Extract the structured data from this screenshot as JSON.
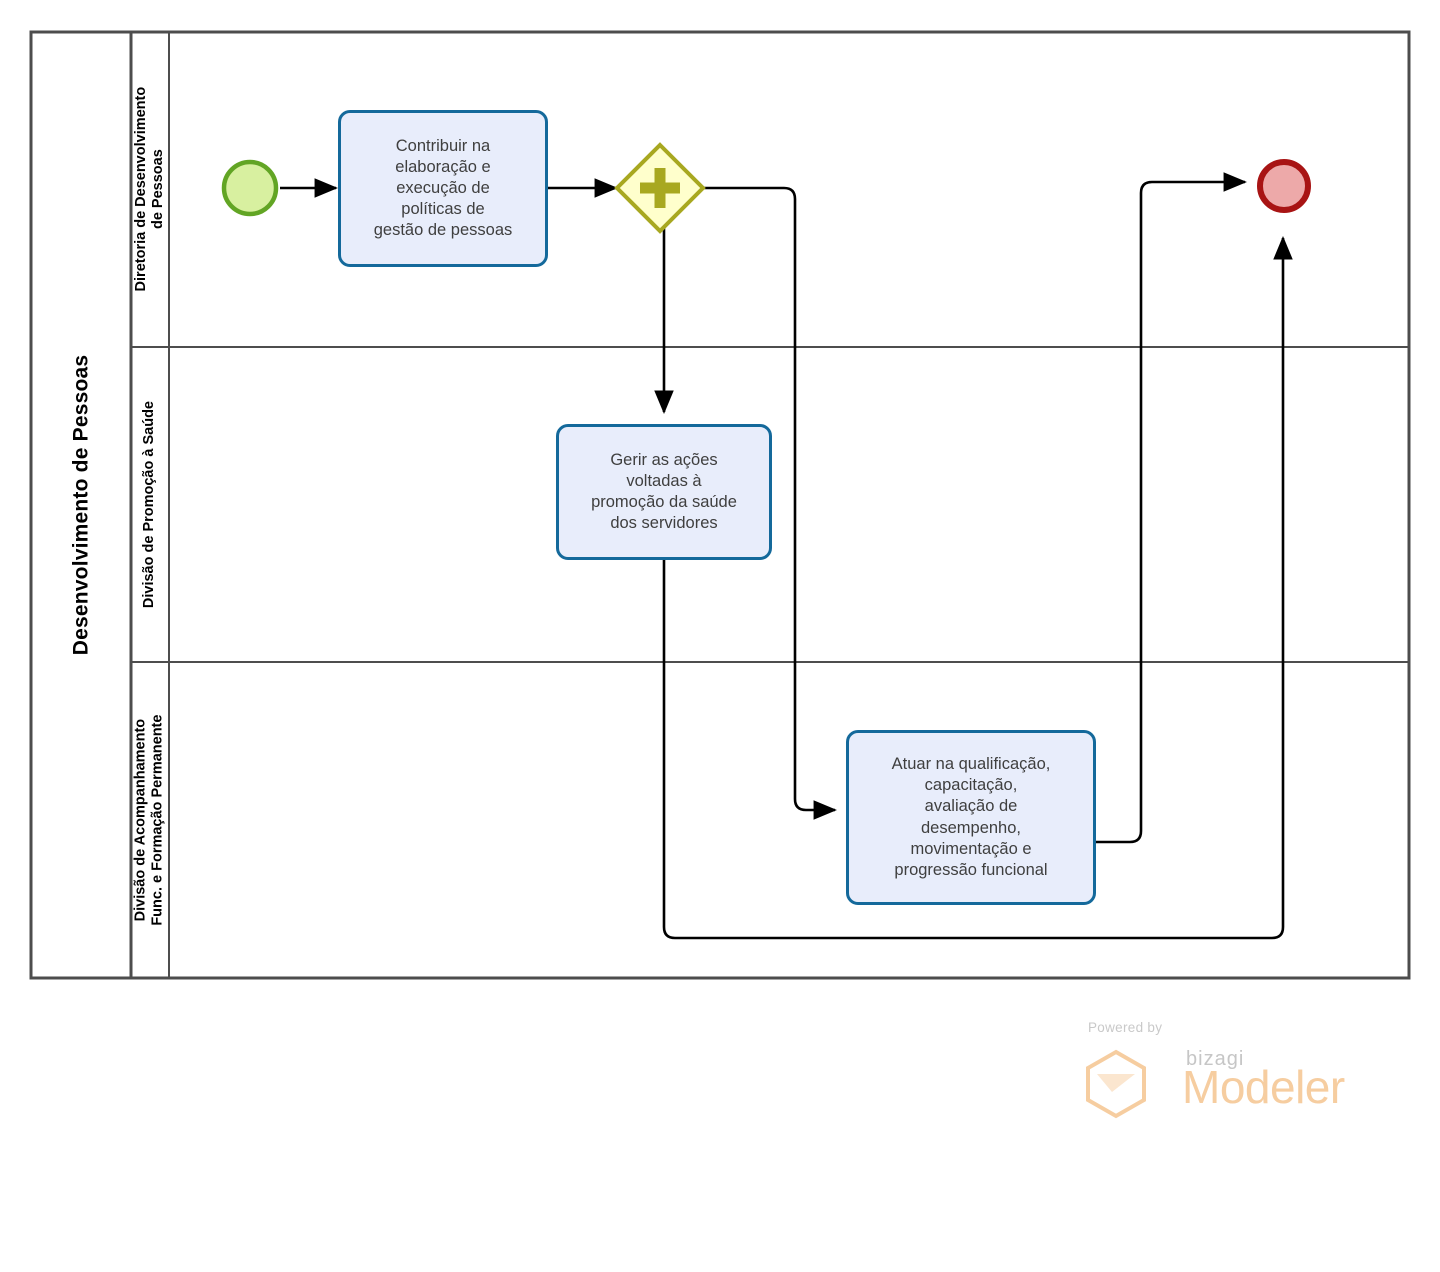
{
  "diagram": {
    "type": "bpmn-process-diagram",
    "pool": {
      "title": "Desenvolvimento de Pessoas",
      "lanes": [
        {
          "id": "lane-diretoria",
          "label": "Diretoria de Desenvolvimento\nde Pessoas",
          "label_line_1": "Diretoria de Desenvolvimento",
          "label_line_2": "de Pessoas"
        },
        {
          "id": "lane-promocao-saude",
          "label": "Divisão de Promoção à Saúde",
          "label_line_1": "Divisão de Promoção à Saúde",
          "label_line_2": ""
        },
        {
          "id": "lane-acompanhamento",
          "label": "Divisão de Acompanhamento\nFunc. e Formação Permanente",
          "label_line_1": "Divisão de Acompanhamento",
          "label_line_2": "Func. e Formação Permanente"
        }
      ]
    },
    "events": [
      {
        "id": "start-event",
        "kind": "start",
        "label": "",
        "fill": "#d8f0a0",
        "stroke": "#62a524"
      },
      {
        "id": "end-event",
        "kind": "end",
        "label": "",
        "fill": "#eda9a9",
        "stroke": "#a81414"
      }
    ],
    "gateways": [
      {
        "id": "parallel-gateway",
        "kind": "parallel",
        "symbol": "+",
        "label": "",
        "fill": "#ffffcc",
        "stroke": "#a8a820"
      }
    ],
    "tasks": [
      {
        "id": "task-politicas",
        "lane": "lane-diretoria",
        "text": "Contribuir na elaboração e execução de políticas de gestão de pessoas",
        "lines": [
          "Contribuir na",
          "elaboração e",
          "execução de",
          "políticas de",
          "gestão de pessoas"
        ]
      },
      {
        "id": "task-saude",
        "lane": "lane-promocao-saude",
        "text": "Gerir as ações voltadas à promoção da saúde dos servidores",
        "lines": [
          "Gerir as ações",
          "voltadas à",
          "promoção da saúde",
          "dos servidores"
        ]
      },
      {
        "id": "task-qualificacao",
        "lane": "lane-acompanhamento",
        "text": "Atuar na qualificação, capacitação, avaliação de desempenho, movimentação e progressão funcional",
        "lines": [
          "Atuar na qualificação,",
          "capacitação,",
          "avaliação de",
          "desempenho,",
          "movimentação e",
          "progressão funcional"
        ]
      }
    ],
    "flows": [
      {
        "id": "flow-start-to-task1",
        "from": "start-event",
        "to": "task-politicas",
        "label": ""
      },
      {
        "id": "flow-task1-to-gateway",
        "from": "task-politicas",
        "to": "parallel-gateway",
        "label": ""
      },
      {
        "id": "flow-gateway-to-task2",
        "from": "parallel-gateway",
        "to": "task-saude",
        "label": ""
      },
      {
        "id": "flow-gateway-to-task3",
        "from": "parallel-gateway",
        "to": "task-qualificacao",
        "label": ""
      },
      {
        "id": "flow-task3-to-end",
        "from": "task-qualificacao",
        "to": "end-event",
        "label": ""
      },
      {
        "id": "flow-task2-to-end",
        "from": "task-saude",
        "to": "end-event",
        "label": ""
      }
    ],
    "colors": {
      "task_fill": "#e8edfb",
      "task_stroke": "#14699b",
      "pool_stroke": "#4d4d4d",
      "flow_stroke": "#000000",
      "canvas_background": "#ffffff"
    }
  },
  "watermark": {
    "powered_by": "Powered by",
    "brand": "bizagi",
    "product": "Modeler",
    "color": "#f6cda0"
  }
}
